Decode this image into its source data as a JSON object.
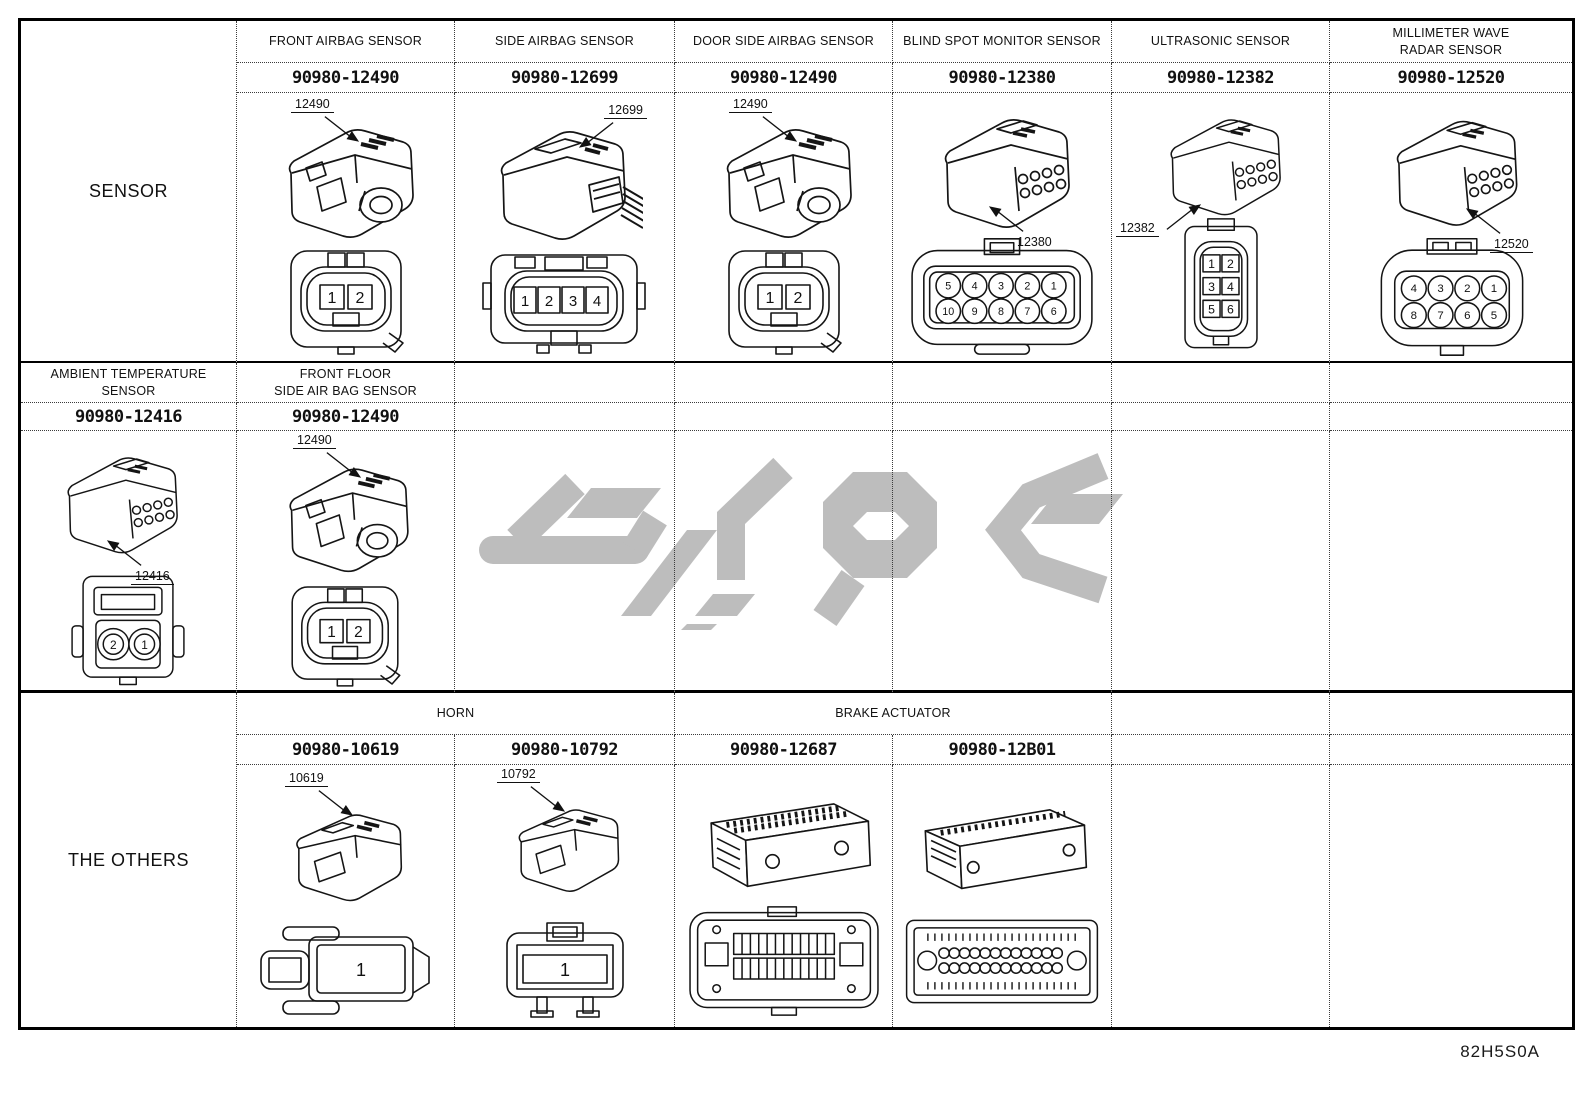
{
  "page": {
    "code": "82H5S0A",
    "watermark_color": "#bdbdbd"
  },
  "s1": {
    "label": "SENSOR",
    "c1": {
      "title": "FRONT AIRBAG SENSOR",
      "part": "90980-12490",
      "callout": "12490",
      "pins": [
        "1",
        "2"
      ]
    },
    "c2": {
      "title": "SIDE AIRBAG SENSOR",
      "part": "90980-12699",
      "callout": "12699",
      "pins": [
        "1",
        "2",
        "3",
        "4"
      ]
    },
    "c3": {
      "title": "DOOR SIDE AIRBAG SENSOR",
      "part": "90980-12490",
      "callout": "12490",
      "pins": [
        "1",
        "2"
      ]
    },
    "c4": {
      "title": "BLIND SPOT MONITOR SENSOR",
      "part": "90980-12380",
      "callout": "12380",
      "rows": [
        [
          "5",
          "4",
          "3",
          "2",
          "1"
        ],
        [
          "10",
          "9",
          "8",
          "7",
          "6"
        ]
      ]
    },
    "c5": {
      "title": "ULTRASONIC SENSOR",
      "part": "90980-12382",
      "callout": "12382",
      "pins": [
        "1",
        "2",
        "3",
        "4",
        "5",
        "6"
      ]
    },
    "c6": {
      "title_line1": "MILLIMETER WAVE",
      "title_line2": "RADAR SENSOR",
      "part": "90980-12520",
      "callout": "12520",
      "rows": [
        [
          "4",
          "3",
          "2",
          "1"
        ],
        [
          "8",
          "7",
          "6",
          "5"
        ]
      ]
    }
  },
  "s2": {
    "c0": {
      "title_line1": "AMBIENT TEMPERATURE",
      "title_line2": "SENSOR",
      "part": "90980-12416",
      "callout": "12416",
      "pins": [
        "2",
        "1"
      ]
    },
    "c1": {
      "title_line1": "FRONT FLOOR",
      "title_line2": "SIDE AIR BAG SENSOR",
      "part": "90980-12490",
      "callout": "12490",
      "pins": [
        "1",
        "2"
      ]
    }
  },
  "s3": {
    "label": "THE OTHERS",
    "horn": {
      "title": "HORN"
    },
    "brake": {
      "title": "BRAKE ACTUATOR"
    },
    "c1": {
      "part": "90980-10619",
      "callout": "10619",
      "pins": [
        "1"
      ]
    },
    "c2": {
      "part": "90980-10792",
      "callout": "10792",
      "pins": [
        "1"
      ]
    },
    "c3": {
      "part": "90980-12687"
    },
    "c4": {
      "part": "90980-12B01"
    }
  }
}
